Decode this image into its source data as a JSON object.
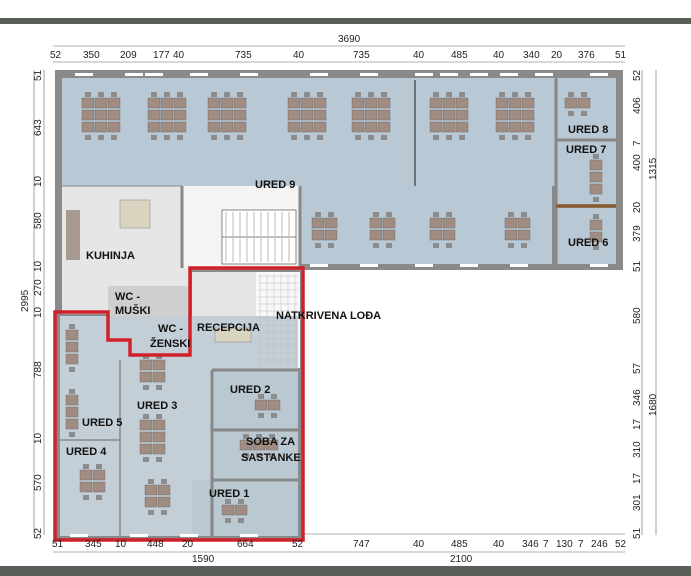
{
  "plan": {
    "rooms": {
      "ured9": "URED 9",
      "ured8": "URED 8",
      "ured7": "URED 7",
      "ured6": "URED 6",
      "kuhinja": "KUHINJA",
      "wc_muski": [
        "WC -",
        "MUŠKI"
      ],
      "wc_zenski": [
        "WC -",
        "ŽENSKI"
      ],
      "recepcija": "RECEPCIJA",
      "loda": "NATKRIVENA LOĐA",
      "ured2": "URED 2",
      "ured3": "URED 3",
      "ured5": "URED 5",
      "ured4": "URED 4",
      "soba": [
        "SOBA ZA",
        "SASTANKE"
      ],
      "ured1": "URED 1"
    },
    "dimensions": {
      "top_total": "3690",
      "top": [
        "52",
        "350",
        "209",
        "177",
        "40",
        "735",
        "40",
        "735",
        "40",
        "485",
        "40",
        "340",
        "20",
        "376",
        "51"
      ],
      "bottom": [
        "51",
        "345",
        "10",
        "448",
        "20",
        "664",
        "52",
        "747",
        "40",
        "485",
        "40",
        "346",
        "7",
        "130",
        "7",
        "246",
        "52"
      ],
      "bottom_totals": [
        "1590",
        "2100"
      ],
      "left_total": "2995",
      "left": [
        "51",
        "643",
        "10",
        "580",
        "10",
        "270",
        "10",
        "788",
        "10",
        "570",
        "52"
      ],
      "right_totals": [
        "1315",
        "1680"
      ],
      "right": [
        "52",
        "406",
        "7",
        "400",
        "20",
        "379",
        "51",
        "580",
        "57",
        "346",
        "17",
        "310",
        "17",
        "301",
        "51"
      ]
    },
    "colors": {
      "floor": "#b8c8d4",
      "wall": "#808080",
      "highlight": "#d0202a",
      "desk": "#a08c80"
    }
  }
}
